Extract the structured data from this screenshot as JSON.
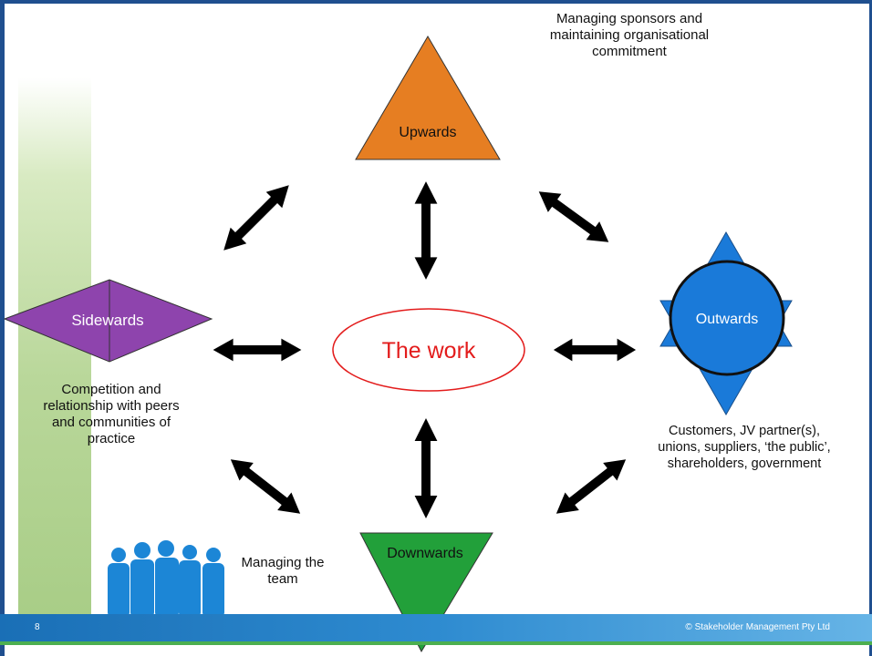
{
  "slide": {
    "page_number": "8",
    "copyright": "© Stakeholder Management Pty Ltd"
  },
  "center": {
    "label": "The work",
    "color": "#e31c1c"
  },
  "nodes": {
    "upwards": {
      "label": "Upwards",
      "color": "#e67e22"
    },
    "sidewards": {
      "label": "Sidewards",
      "color": "#8e44ad"
    },
    "outwards": {
      "label": "Outwards",
      "color": "#1a7ad9"
    },
    "downwards": {
      "label": "Downwards",
      "color": "#22a03a"
    }
  },
  "annotations": {
    "upwards_lines": [
      "Managing sponsors and",
      "maintaining organisational",
      "commitment"
    ],
    "sidewards_lines": [
      "Competition and",
      "relationship with peers",
      "and communities of",
      "practice"
    ],
    "outwards_lines": [
      "Customers, JV partner(s),",
      "unions, suppliers, ‘the public’,",
      "shareholders, government"
    ],
    "downwards_lines": [
      "Managing the",
      "team"
    ]
  },
  "icons": {
    "arrows": "double-headed-arrow",
    "people": "people-silhouette-icon"
  }
}
